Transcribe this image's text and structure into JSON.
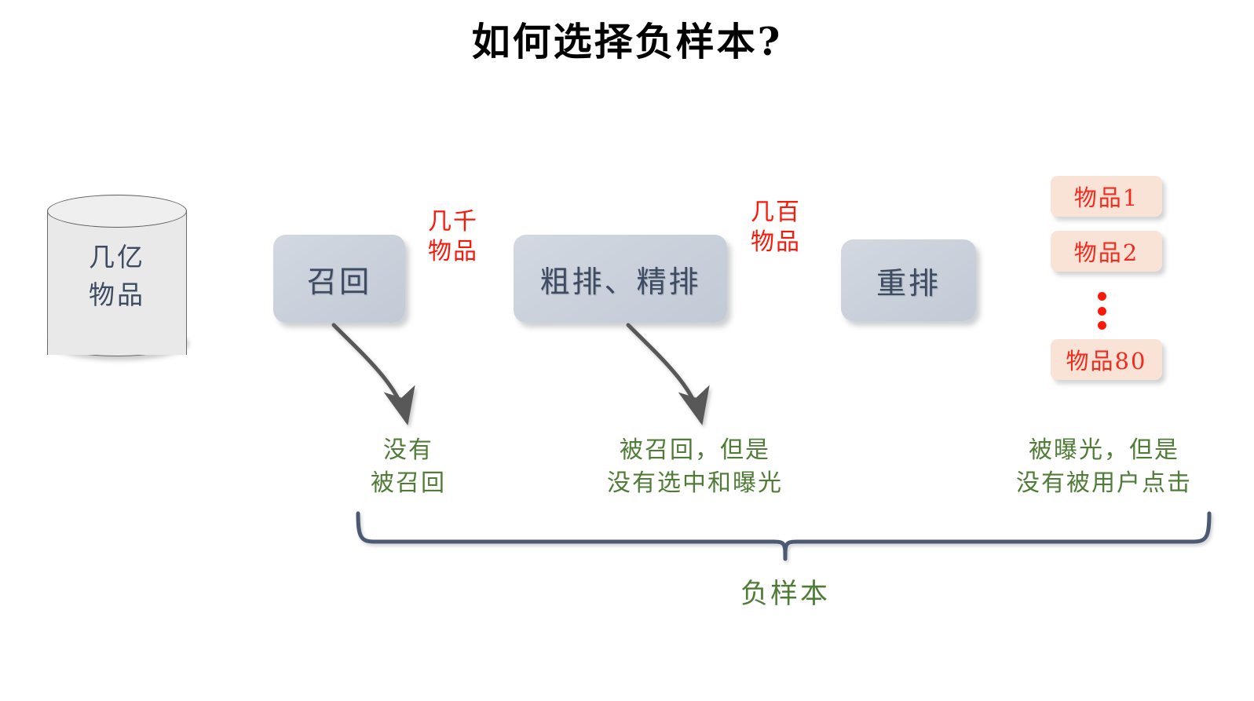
{
  "title": "如何选择负样本?",
  "source": {
    "shape": "cylinder-database",
    "lines": [
      "几亿",
      "物品"
    ]
  },
  "stages": [
    {
      "id": "recall",
      "label": "召回"
    },
    {
      "id": "rank",
      "label": "粗排、精排"
    },
    {
      "id": "rerank",
      "label": "重排"
    }
  ],
  "flow_labels": [
    {
      "id": "flow-1",
      "lines": [
        "几千",
        "物品"
      ]
    },
    {
      "id": "flow-2",
      "lines": [
        "几百",
        "物品"
      ]
    }
  ],
  "results": {
    "items": [
      {
        "id": "item-1",
        "label": "物品1"
      },
      {
        "id": "item-2",
        "label": "物品2"
      },
      {
        "id": "item-80",
        "label": "物品80"
      }
    ],
    "ellipsis": "vertical-dots"
  },
  "notes": [
    {
      "id": "note-1",
      "lines": [
        "没有",
        "被召回"
      ]
    },
    {
      "id": "note-2",
      "lines": [
        "被召回，但是",
        "没有选中和曝光"
      ]
    },
    {
      "id": "note-3",
      "lines": [
        "被曝光，但是",
        "没有被用户点击"
      ]
    }
  ],
  "brace": {
    "label": "负样本"
  },
  "colors": {
    "title_text": "#000000",
    "box_fill": "#cbd2dc",
    "box_text": "#3d4c62",
    "cylinder_fill": "#e9e9e9",
    "cylinder_stroke": "#6a6a6a",
    "arrow": "#595959",
    "flow_label_red": "#fb1809",
    "item_chip_fill": "#f9e3d7",
    "item_chip_text": "#f42b1c",
    "note_green": "#4f7c36",
    "brace_stroke": "#4c5a72",
    "background": "#ffffff"
  }
}
